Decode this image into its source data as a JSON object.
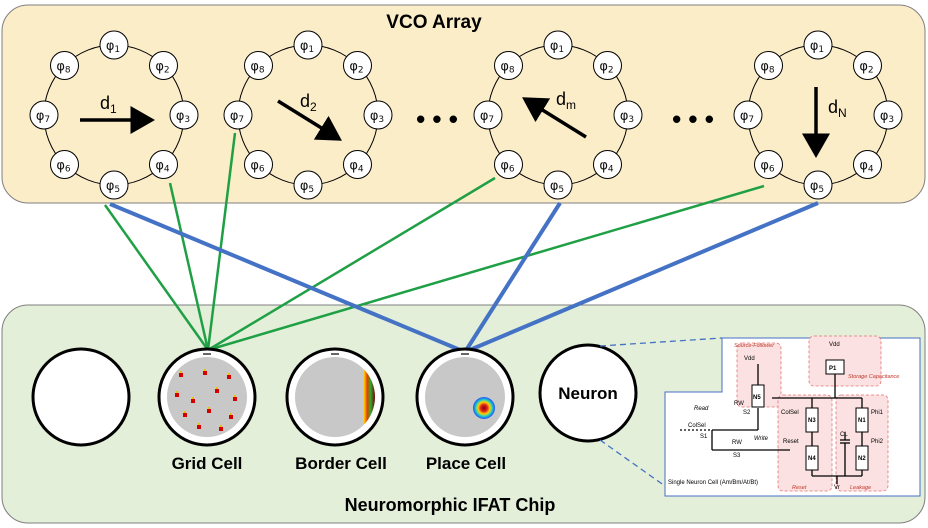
{
  "vco_array": {
    "title": "VCO Array",
    "ellipsis": "• • •",
    "rings": [
      {
        "id": "ring1",
        "label": "d",
        "sub": "1",
        "arrow_dir": "right"
      },
      {
        "id": "ring2",
        "label": "d",
        "sub": "2",
        "arrow_dir": "down-right"
      },
      {
        "id": "ringm",
        "label": "d",
        "sub": "m",
        "arrow_dir": "up-left"
      },
      {
        "id": "ringN",
        "label": "d",
        "sub": "N",
        "arrow_dir": "down"
      }
    ],
    "phase_symbol": "φ",
    "phase_indices": [
      "1",
      "2",
      "3",
      "4",
      "5",
      "6",
      "7",
      "8"
    ]
  },
  "chip": {
    "title": "Neuromorphic IFAT Chip",
    "cells": [
      {
        "id": "empty",
        "label": ""
      },
      {
        "id": "grid",
        "label": "Grid Cell"
      },
      {
        "id": "border",
        "label": "Border Cell"
      },
      {
        "id": "place",
        "label": "Place Cell"
      },
      {
        "id": "neuron",
        "label": "Neuron"
      }
    ]
  },
  "circuit": {
    "vdd_left": "Vdd",
    "vdd_right": "Vdd",
    "source_follower": "Source-Follower",
    "storage": "Storage Capacitance",
    "n5": "N5",
    "p1": "P1",
    "n1": "N1",
    "n2": "N2",
    "n3": "N3",
    "n4": "N4",
    "s1": "S1",
    "s2": "S2",
    "s3": "S3",
    "read": "Read",
    "write": "Write",
    "rw1": "RW",
    "rw2": "RW",
    "colsel1": "ColSel",
    "colsel2": "ColSel",
    "reset_sig": "Reset",
    "phi1": "Phi1",
    "phi2": "Phi2",
    "cl": "CL",
    "vr": "Vr",
    "reset_block": "Reset",
    "leakage_block": "Leakage",
    "caption": "Single Neuron Cell (Am/Bm/At/Bt)"
  },
  "colors": {
    "vco_bg": "#fcedc9",
    "chip_bg": "#e3efd9",
    "green_line": "#1fa045",
    "blue_line": "#4472c4"
  }
}
